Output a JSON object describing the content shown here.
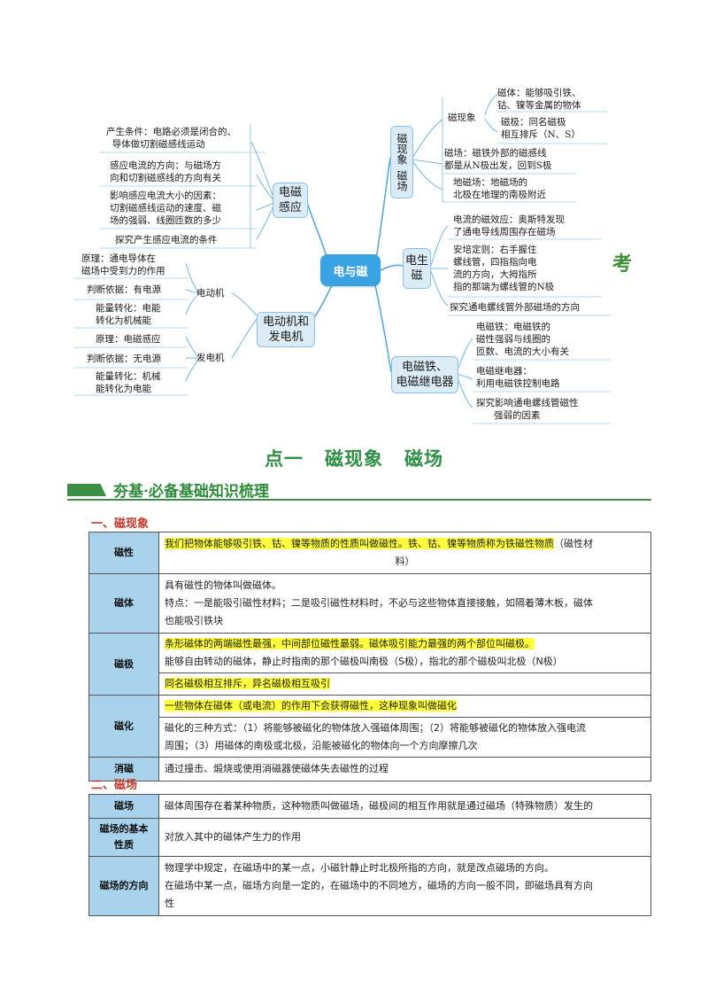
{
  "mindmap": {
    "center": "电与磁",
    "watermark": "考",
    "branches": {
      "magnetism": {
        "label_line1": "磁现象",
        "label_line2": "磁场",
        "sub_xianxiang": "磁现象",
        "leaf_citi": [
          "磁体：能够吸引铁、",
          "钴、镍等金属的物体"
        ],
        "leaf_ciji": [
          "磁极：同名磁极",
          "相互排斥（N、S）"
        ],
        "leaf_cichang": [
          "磁场：磁铁外部的磁感线",
          "都是从N极出发，回到S极"
        ],
        "leaf_dici": [
          "地磁场：地磁场的",
          "北极在地理的南极附近"
        ]
      },
      "induction": {
        "label_line1": "电磁",
        "label_line2": "感应",
        "leaf_condition": [
          "产生条件：电路必须是闭合的、",
          "导体做切割磁感线运动"
        ],
        "leaf_direction": [
          "感应电流的方向：与磁场方",
          "向和切割磁感线的方向有关"
        ],
        "leaf_factors": [
          "影响感应电流大小的因素：",
          "切割磁感线运动的速度、磁",
          "场的强弱、线圈匝数的多少"
        ],
        "leaf_explore": [
          "探究产生感应电流的条件"
        ]
      },
      "electro": {
        "label_line1": "电生",
        "label_line2": "磁",
        "leaf_oersted": [
          "电流的磁效应：奥斯特发现",
          "了通电导线周围存在磁场"
        ],
        "leaf_ampere": [
          "安培定则：右手握住",
          "螺线管，四指指向电",
          "流的方向，大拇指所",
          "指的那端为螺线管的N极"
        ],
        "leaf_explore": [
          "探究通电螺线管外部磁场的方向"
        ]
      },
      "motor": {
        "label_line1": "电动机和",
        "label_line2": "发电机",
        "sub_motor": "电动机",
        "sub_generator": "发电机",
        "leaf_m_principle": [
          "原理：通电导体在",
          "磁场中受到力的作用"
        ],
        "leaf_m_judge": [
          "判断依据：有电源"
        ],
        "leaf_m_energy": [
          "能量转化：电能",
          "转化为机械能"
        ],
        "leaf_g_principle": [
          "原理：电磁感应"
        ],
        "leaf_g_judge": [
          "判断依据：无电源"
        ],
        "leaf_g_energy": [
          "能量转化：机械",
          "能转化为电能"
        ]
      },
      "relay": {
        "label_line1": "电磁铁、",
        "label_line2": "电磁继电器",
        "leaf_magnet": [
          "电磁铁：电磁铁的",
          "磁性强弱与线圈的",
          "匝数、电流的大小有关"
        ],
        "leaf_relay": [
          "电磁继电器：",
          "利用电磁铁控制电路"
        ],
        "leaf_explore": [
          "探究影响通电螺线管磁性",
          "强弱的因素"
        ]
      }
    }
  },
  "section_title": {
    "part1": "点一",
    "part2": "磁现象",
    "part3": "磁场"
  },
  "banner": "夯基·必备基础知识梳理",
  "part1": {
    "heading": "一、磁现象",
    "rows": {
      "cixing": {
        "head": "磁性",
        "line1": "我们把物体能够吸引铁、钴、镍等物质的性质叫做磁性。铁、钴、镍等物质称为铁磁性物质",
        "line1_tail": "（磁性材",
        "line2": "料）"
      },
      "citi": {
        "head": "磁体",
        "line1": "具有磁性的物体叫做磁体。",
        "line2": "特点：一是能吸引磁性材料；二是吸引磁性材料时，不必与这些物体直接接触，如隔着薄木板，磁体",
        "line3": "也能吸引铁块"
      },
      "ciji": {
        "head": "磁极",
        "line1": "条形磁体的两端磁性最强，中间部位磁性最弱。磁体吸引能力最强的两个部位叫磁极。",
        "line2": "能够自由转动的磁体，静止时指南的那个磁极叫南极（S极），指北的那个磁极叫北极（N极）",
        "line3": "同名磁极相互排斥，异名磁极相互吸引"
      },
      "cihua": {
        "head": "磁化",
        "line1": "一些物体在磁体（或电流）的作用下会获得磁性，这种现象叫做磁化",
        "line2": "磁化的三种方式：（1）将能够被磁化的物体放入强磁体周围；（2）将能够被磁化的物体放入强电流",
        "line3": "周围；（3）用磁体的南极或北极，沿能被磁化的物体向一个方向摩擦几次"
      },
      "xiaoci": {
        "head": "消磁",
        "line1": "通过撞击、煅烧或使用消磁器使磁体失去磁性的过程"
      }
    }
  },
  "part2": {
    "heading": "二、磁场",
    "rows": {
      "cichang": {
        "head": "磁场",
        "line1": "磁体周围存在着某种物质，这种物质叫做磁场，磁极间的相互作用就是通过磁场（特殊物质）发生的"
      },
      "xingzhi": {
        "head_line1": "磁场的基本",
        "head_line2": "性质",
        "line1": "对放入其中的磁体产生力的作用"
      },
      "fangxiang": {
        "head": "磁场的方向",
        "line1": "物理学中规定，在磁场中的某一点，小磁针静止时北极所指的方向，就是改点磁场的方向。",
        "line2": "在磁场中某一点，磁场方向是一定的，在磁场中的不同地方，磁场的方向一般不同，即磁场具有方向",
        "line3": "性"
      }
    }
  }
}
